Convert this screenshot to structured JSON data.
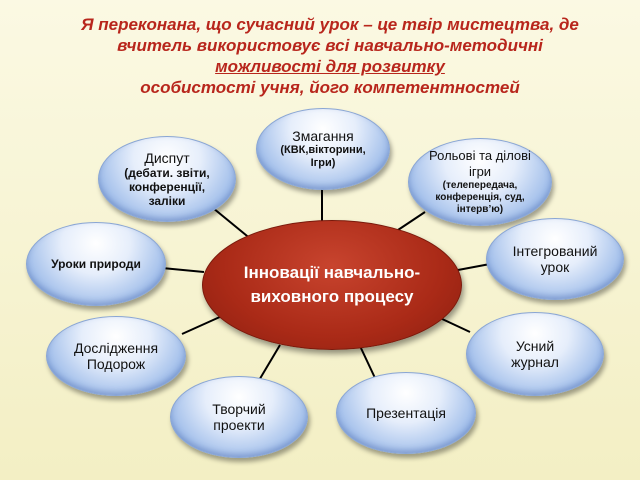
{
  "title": {
    "line1": "Я переконана, що сучасний урок – це твір мистецтва, де",
    "line2": "вчитель використовує всі навчально-методичні",
    "line3": "можливості для розвитку",
    "line4": "особистості учня, його компетентностей"
  },
  "center": {
    "line1": "Інновації навчально-",
    "line2": "виховного процесу"
  },
  "nodes": {
    "zmahannia": {
      "main": "Змагання",
      "sub": "(КВК,вікторини, Ігри)"
    },
    "dysput": {
      "main": "Диспут",
      "sub": "(дебати. звіти, конференції, заліки"
    },
    "rolovi": {
      "main": "Рольові та ділові ігри",
      "sub": "(телепередача, конференція, суд, інтерв’ю)"
    },
    "uroky": {
      "main": "Уроки природи"
    },
    "intehrovanyi": {
      "main": "Інтегрований урок"
    },
    "doslidzhennia": {
      "main": "Дослідження Подорож"
    },
    "usnyi": {
      "main": "Усний журнал"
    },
    "tvorchi": {
      "main": "Творчий проекти"
    },
    "prezentatsiia": {
      "main": "Презентація"
    }
  },
  "colors": {
    "title": "#b8261c",
    "center": "#aa2a17",
    "node": "#9fbdea",
    "background": "#f7f4d2"
  }
}
